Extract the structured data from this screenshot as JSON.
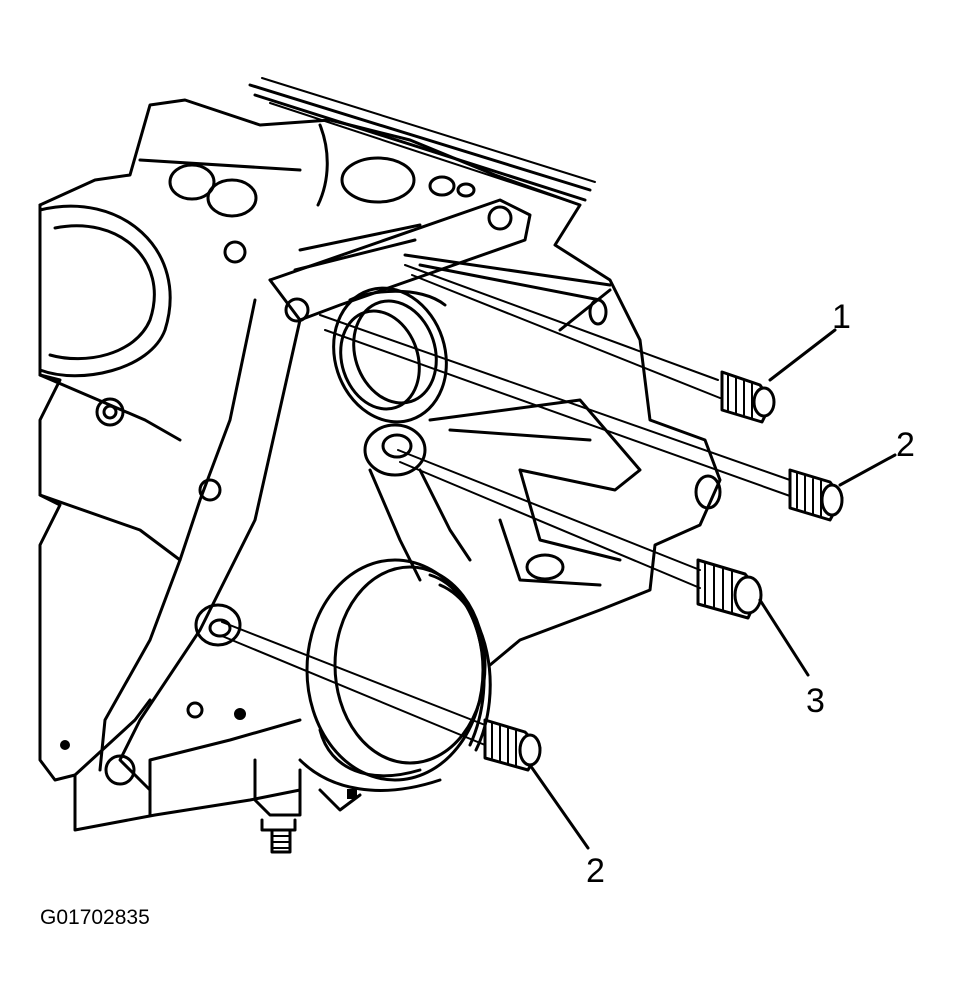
{
  "figure_id": "G01702835",
  "callouts": {
    "c1": "1",
    "c2_upper": "2",
    "c3": "3",
    "c2_lower": "2"
  },
  "colors": {
    "line": "#000000",
    "background": "#ffffff"
  },
  "icons": [
    "engine-block-illustration",
    "plug-icon"
  ]
}
